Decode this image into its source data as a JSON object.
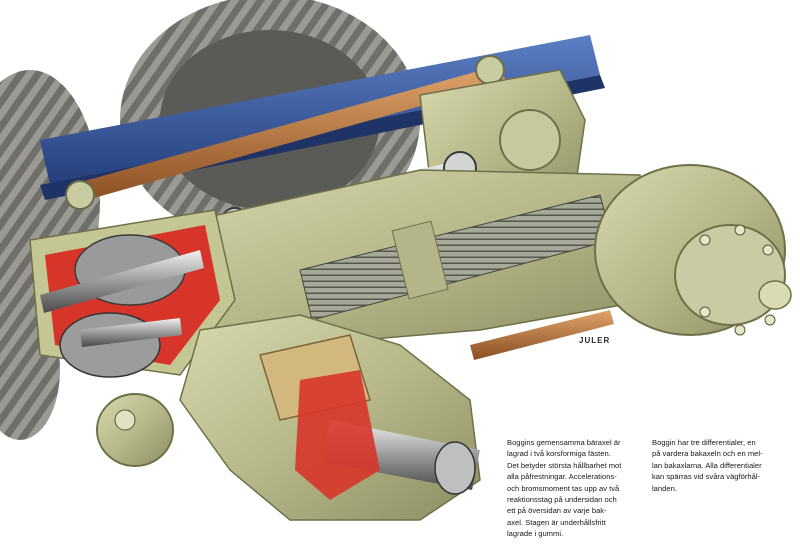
{
  "caption_left": {
    "lines": [
      "Boggins gemensamma bäraxel är",
      "lagrad i två korsformiga fästen.",
      "Det betyder största hållbarhet mot",
      "alla påfrestningar. Accelerations-",
      "och bromsmoment tas upp av två",
      "reaktionsstag på undersidan och",
      "ett på översidan av varje bak-",
      "axel. Stagen är underhållsfritt",
      "lagrade i gummi."
    ]
  },
  "caption_right": {
    "lines": [
      "Boggin har tre differentialer, en",
      "på vardera bakaxeln och en mel-",
      "lan bakaxlarna. Alla differentialer",
      "kan spärras vid svåra vägförhål-",
      "landen."
    ]
  },
  "artist_signature": "JULER",
  "colors": {
    "housing": "#b7b98a",
    "chassis_frame": "#3b5ea8",
    "rods": "#b8743e",
    "cutaway": "#d8352a",
    "tire": "#8a8a86",
    "brake_lining": "#d2b77e"
  }
}
